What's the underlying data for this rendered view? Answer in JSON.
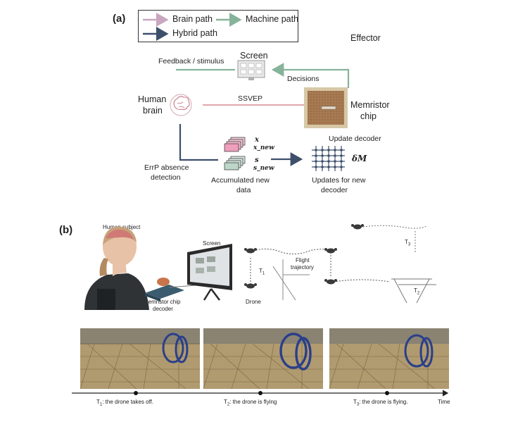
{
  "figure": {
    "panel_a": {
      "label": "(a)",
      "legend": {
        "brain_path": "Brain path",
        "machine_path": "Machine path",
        "hybrid_path": "Hybrid path"
      },
      "effector": "Effector",
      "screen": "Screen",
      "feedback": "Feedback / stimulus",
      "decisions": "Decisions",
      "human_brain": [
        "Human",
        "brain"
      ],
      "ssvep": "SSVEP",
      "memristor_chip": [
        "Memristor",
        "chip"
      ],
      "update_decoder": "Update decoder",
      "errp": [
        "ErrP absence",
        "detection"
      ],
      "accumulated": [
        "Accumulated new",
        "data"
      ],
      "updates_for": [
        "Updates for new",
        "decoder"
      ],
      "delta_m": "δM",
      "data_x": "x",
      "data_xnew": "x_new",
      "data_s": "s",
      "data_snew": "s_new",
      "colors": {
        "brain": "#c9a7c0",
        "machine": "#86b39a",
        "hybrid": "#3e4f6c",
        "ssvep": "#e2a5ad"
      }
    },
    "panel_b": {
      "label": "(b)",
      "human_subject": "Human subject",
      "screen": "Screen",
      "chip_decoder": [
        "Memristor chip",
        "decoder"
      ],
      "drone": "Drone",
      "t1": "T",
      "t1_sub": "1",
      "flight": [
        "Flight",
        "trajectory"
      ],
      "t2": "T",
      "t2_sub": "2",
      "t3": "T",
      "t3_sub": "3",
      "timeline": {
        "cap1_pre": "T",
        "cap1_sub": "1",
        "cap1_post": ": the drone takes off.",
        "cap2_pre": "T",
        "cap2_sub": "2",
        "cap2_post": ": the drone is flying",
        "cap3_pre": "T",
        "cap3_sub": "3",
        "cap3_post": ": the drone is flying.",
        "time": "Time"
      }
    }
  }
}
